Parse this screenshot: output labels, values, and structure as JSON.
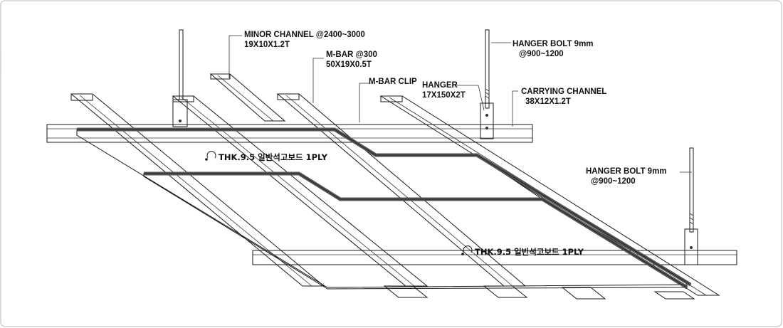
{
  "labels": {
    "minor_channel": [
      "MINOR CHANNEL @2400~3000",
      "19X10X1.2T"
    ],
    "m_bar": [
      "M-BAR @300",
      "50X19X0.5T"
    ],
    "m_bar_clip": "M-BAR CLIP",
    "hanger": [
      "HANGER",
      "17X150X2T"
    ],
    "hanger_bolt_top": [
      "HANGER BOLT 9mm",
      "@900~1200"
    ],
    "carrying_channel": [
      "CARRYING CHANNEL",
      "38X12X1.2T"
    ],
    "hanger_bolt_right": [
      "HANGER BOLT 9mm",
      "@900~1200"
    ],
    "board_upper": "THK.9.5 일반석고보드 1PLY",
    "board_lower": "THK.9.5 일반석고보드 1PLY"
  },
  "colors": {
    "line": "#1a1a1a",
    "board_edge": "#555555",
    "background": "#ffffff",
    "frame": "#cfcfcf"
  }
}
